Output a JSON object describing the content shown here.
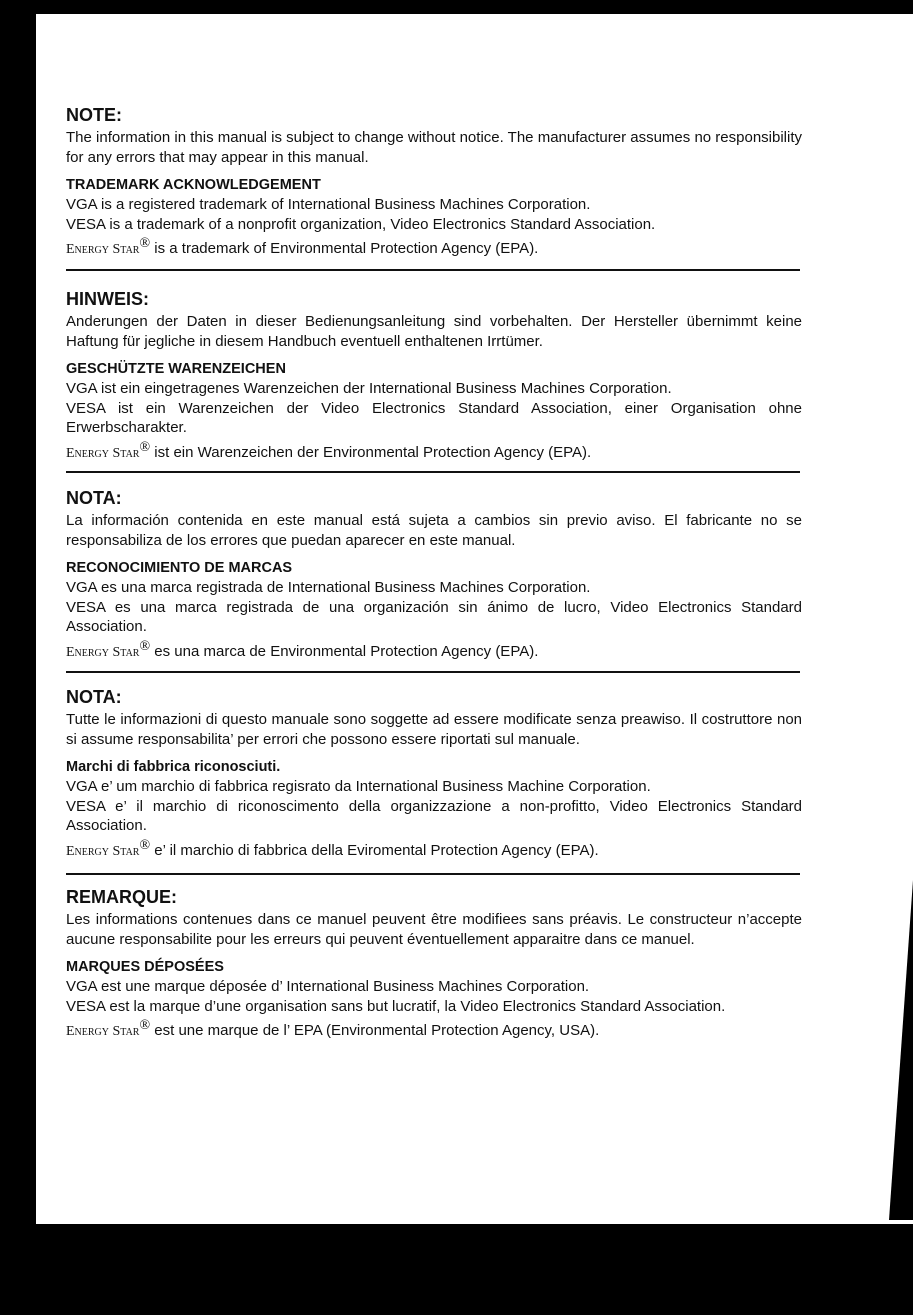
{
  "sections": [
    {
      "heading": "NOTE:",
      "paragraph": "The information in this manual is subject to change without notice.  The manufacturer assumes no responsibility for any errors that may appear in this manual.",
      "subheading": "TRADEMARK ACKNOWLEDGEMENT",
      "lines": [
        "VGA is a registered trademark of International Business Machines Corporation.",
        "VESA is a trademark of a nonprofit organization, Video Electronics Standard Association."
      ],
      "energy_star": "Energy Star",
      "energy_star_mark": "®",
      "energy_star_text": " is a trademark of Environmental Protection Agency (EPA)."
    },
    {
      "heading": "HINWEIS:",
      "paragraph": "Anderungen der Daten in dieser Bedienungsanleitung sind vorbehalten.  Der Hersteller übernimmt keine Haftung für jegliche in diesem Handbuch eventuell enthaltenen Irrtümer.",
      "subheading": "GESCHÜTZTE WARENZEICHEN",
      "lines": [
        "VGA ist ein eingetragenes Warenzeichen der International Business Machines Corporation.",
        "VESA ist ein Warenzeichen der Video Electronics Standard Association, einer Organisation ohne Erwerbscharakter."
      ],
      "energy_star": "Energy Star",
      "energy_star_mark": "®",
      "energy_star_text": " ist ein Warenzeichen der Environmental Protection Agency (EPA)."
    },
    {
      "heading": "NOTA:",
      "paragraph": "La información contenida en este manual está sujeta a cambios sin previo aviso.  El fabricante no se responsabiliza de los errores que puedan aparecer en este manual.",
      "subheading": "RECONOCIMIENTO DE MARCAS",
      "lines": [
        "VGA es una marca registrada de International Business Machines Corporation.",
        "VESA es una marca registrada de una organización sin ánimo de lucro, Video Electronics Standard Association."
      ],
      "energy_star": "Energy Star",
      "energy_star_mark": "®",
      "energy_star_text": " es una marca de Environmental Protection Agency (EPA)."
    },
    {
      "heading": "NOTA:",
      "paragraph": "Tutte le informazioni di questo manuale sono soggette ad essere modificate senza preawiso. Il costruttore non si assume responsabilita’ per errori che possono essere riportati sul manuale.",
      "subheading": "Marchi di fabbrica riconosciuti.",
      "lines": [
        "VGA e’ um marchio di fabbrica regisrato da International Business Machine Corporation.",
        "VESA e’ il marchio di riconoscimento della organizzazione a non-profitto, Video Electronics Standard Association."
      ],
      "energy_star": "Energy Star",
      "energy_star_mark": "®",
      "energy_star_text": " e’ il marchio di fabbrica della Eviromental Protection Agency (EPA)."
    },
    {
      "heading": "REMARQUE:",
      "paragraph": "Les informations contenues dans ce manuel peuvent être modifiees sans préavis.  Le constructeur n’accepte aucune responsabilite pour les erreurs qui peuvent éventuellement apparaitre dans ce manuel.",
      "subheading": "MARQUES DÉPOSÉES",
      "lines": [
        "VGA est une marque déposée d’ International Business Machines Corporation.",
        "VESA est la marque d’une organisation sans but lucratif, la Video Electronics Standard Association."
      ],
      "energy_star": "Energy Star",
      "energy_star_mark": "®",
      "energy_star_text": " est une marque de l’ EPA (Environmental Protection Agency, USA)."
    }
  ]
}
